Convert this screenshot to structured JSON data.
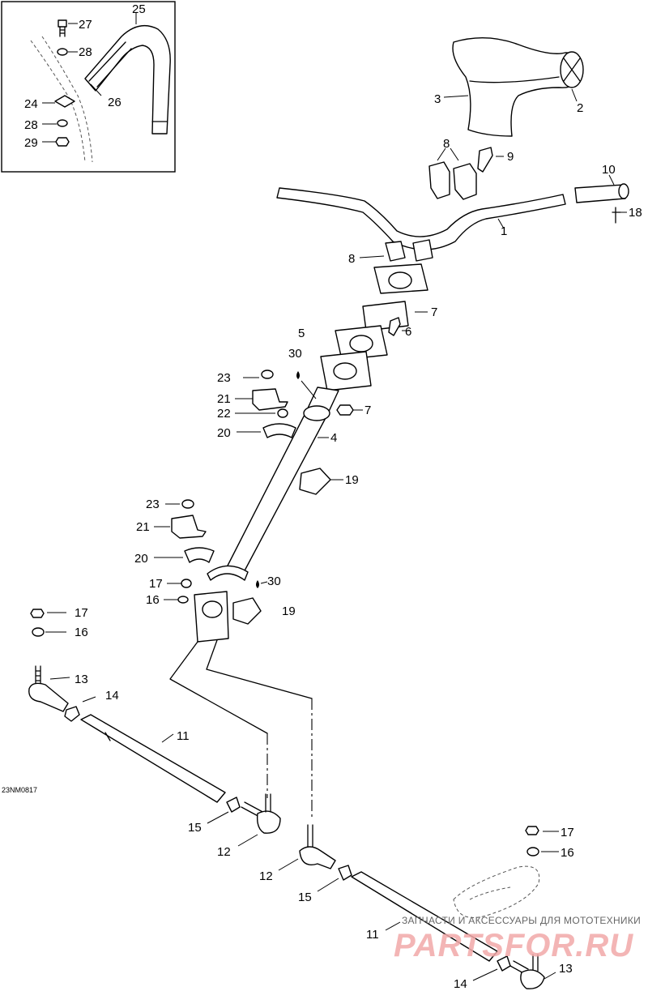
{
  "diagram_code": "23NM0817",
  "watermark": {
    "top_text": "ЗАПЧАСТИ И АКСЕССУАРЫ ДЛЯ МОТОТЕХНИКИ",
    "logo_text": "PARTSFOR.RU"
  },
  "callouts": {
    "c1": "1",
    "c2": "2",
    "c3": "3",
    "c4": "4",
    "c5": "5",
    "c6": "6",
    "c7a": "7",
    "c7b": "7",
    "c8a": "8",
    "c8b": "8",
    "c9": "9",
    "c10": "10",
    "c11a": "11",
    "c11b": "11",
    "c12a": "12",
    "c12b": "12",
    "c13a": "13",
    "c13b": "13",
    "c14a": "14",
    "c14b": "14",
    "c15a": "15",
    "c15b": "15",
    "c16a": "16",
    "c16b": "16",
    "c16c": "16",
    "c17a": "17",
    "c17b": "17",
    "c17c": "17",
    "c18": "18",
    "c19a": "19",
    "c19b": "19",
    "c20a": "20",
    "c20b": "20",
    "c21a": "21",
    "c21b": "21",
    "c22": "22",
    "c23a": "23",
    "c23b": "23",
    "c24": "24",
    "c25": "25",
    "c26": "26",
    "c27": "27",
    "c28a": "28",
    "c28b": "28",
    "c29": "29",
    "c30a": "30",
    "c30b": "30"
  }
}
